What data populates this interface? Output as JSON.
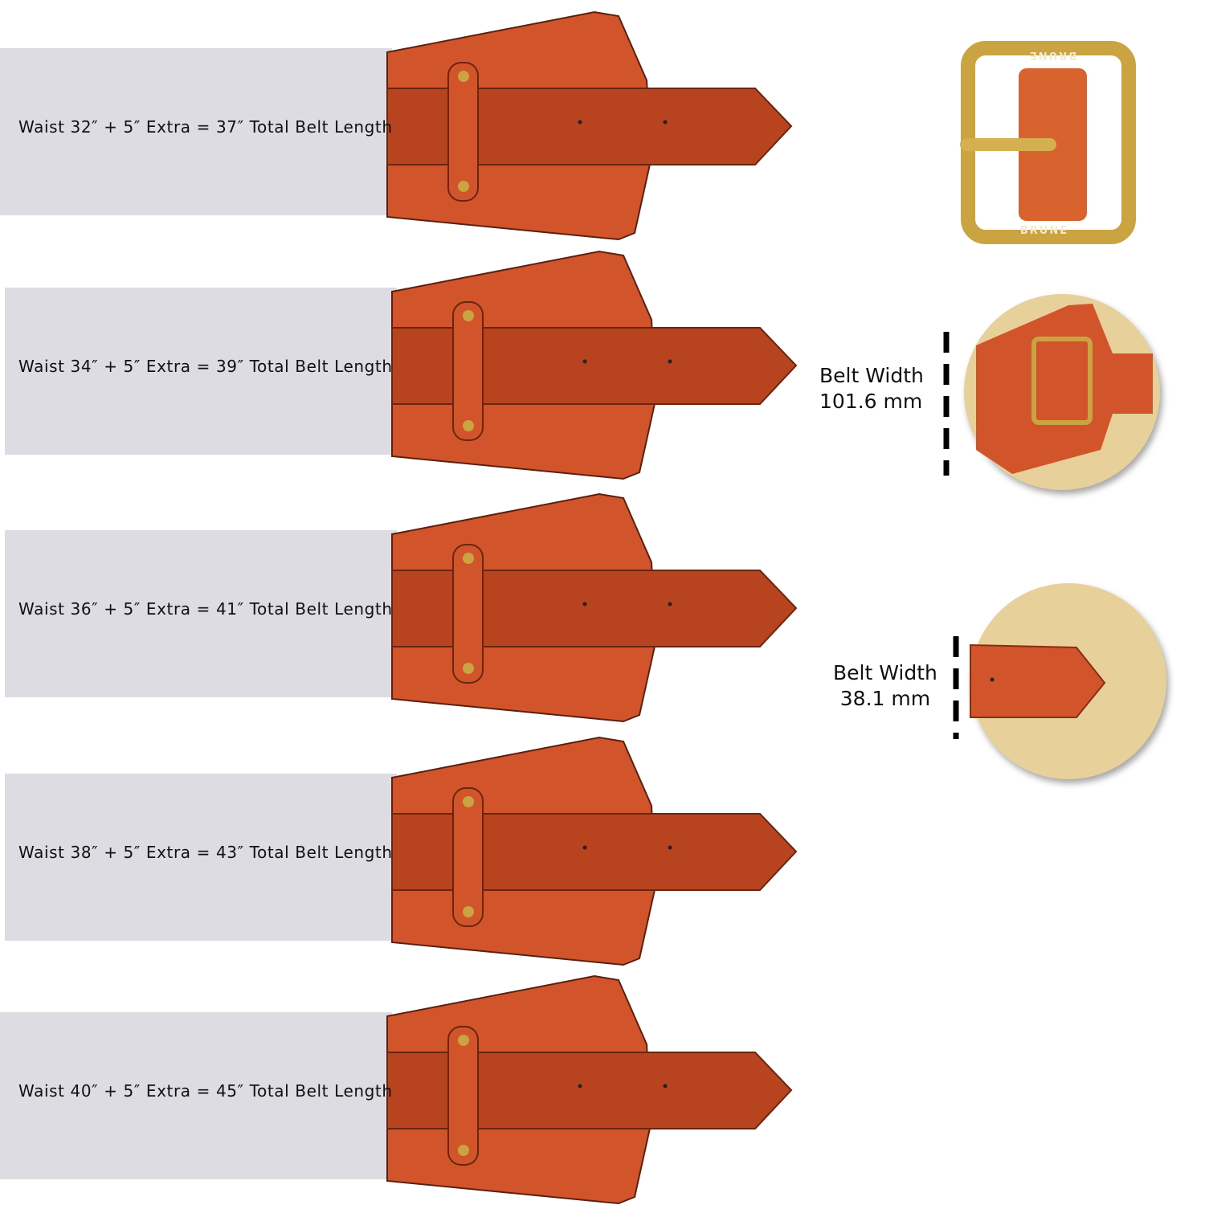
{
  "rows": [
    {
      "label": "Waist 32″ + 5″ Extra = 37″ Total Belt Length"
    },
    {
      "label": "Waist 34″ + 5″ Extra = 39″ Total Belt Length"
    },
    {
      "label": "Waist 36″ + 5″ Extra = 41″ Total Belt Length"
    },
    {
      "label": "Waist 38″ + 5″ Extra = 43″ Total Belt Length"
    },
    {
      "label": "Waist 40″ + 5″ Extra = 45″ Total Belt Length"
    }
  ],
  "buckle": {
    "brand": "BRUNE"
  },
  "width_wide": {
    "title": "Belt Width",
    "value": "101.6 mm"
  },
  "width_narrow": {
    "title": "Belt Width",
    "value": "38.1 mm"
  },
  "colors": {
    "leather": "#d2542a",
    "leather_dark": "#b8431f",
    "elastic": "#dcdce2",
    "gold": "#c9a440",
    "circle": "#e8d09a"
  }
}
